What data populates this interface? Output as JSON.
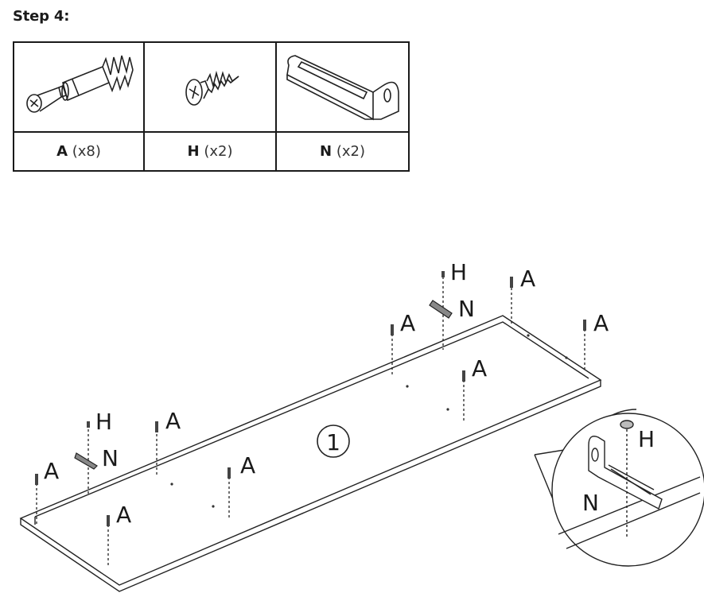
{
  "step": {
    "title": "Step 4:"
  },
  "parts": [
    {
      "code": "A",
      "qty": "(x8)",
      "icon": "cam-dowel-icon"
    },
    {
      "code": "H",
      "qty": "(x2)",
      "icon": "screw-icon"
    },
    {
      "code": "N",
      "qty": "(x2)",
      "icon": "l-bracket-icon"
    }
  ],
  "diagram": {
    "panel_number": "1",
    "labels": {
      "A": "A",
      "H": "H",
      "N": "N"
    },
    "detail": {
      "H": "H",
      "N": "N"
    }
  }
}
